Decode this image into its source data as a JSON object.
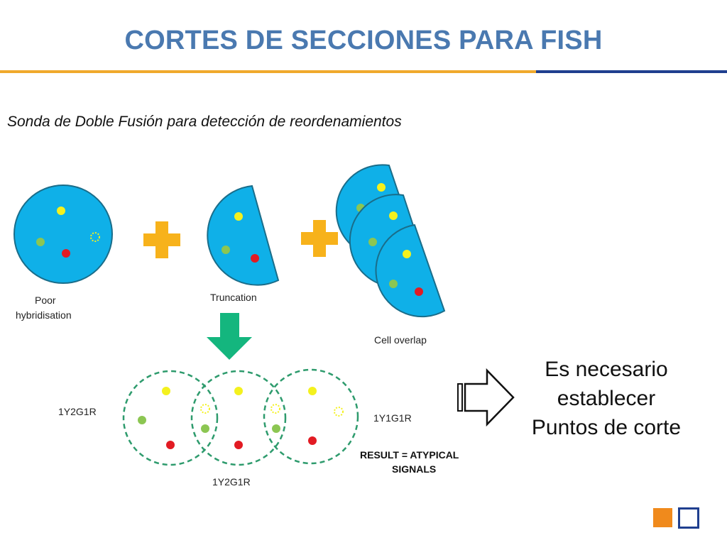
{
  "slide": {
    "title": "CORTES DE SECCIONES PARA FISH",
    "subtitle": "Sonda de Doble Fusión para detección de reordenamientos"
  },
  "diagram": {
    "labels": {
      "poor_line1": "Poor",
      "poor_line2": "hybridisation",
      "truncation": "Truncation",
      "cell_overlap": "Cell overlap",
      "left_result": "1Y2G1R",
      "bottom_result": "1Y2G1R",
      "right_result": "1Y1G1R",
      "result_line1": "RESULT = ATYPICAL",
      "result_line2": "SIGNALS"
    },
    "colors": {
      "cell_fill": "#0fb0e8",
      "cell_stroke": "#1a6d8a",
      "yellow_signal": "#f4f11e",
      "green_signal": "#8cc652",
      "red_signal": "#e21b23",
      "plus": "#f7b21b",
      "down_arrow": "#14b67e",
      "dashed_circle": "#2e9b6d"
    }
  },
  "note": {
    "line1": "Es necesario",
    "line2": "establecer",
    "line3": "Puntos de corte"
  },
  "icons": {
    "plus": "plus-icon",
    "down_arrow": "down-arrow-icon",
    "right_arrow": "right-arrow-icon"
  },
  "decor_colors": {
    "title": "#4a79b0",
    "rule_orange": "#f0a92c",
    "rule_blue": "#1f3f8f",
    "corner_orange": "#f08a1c",
    "corner_blue": "#1f3f8f"
  }
}
